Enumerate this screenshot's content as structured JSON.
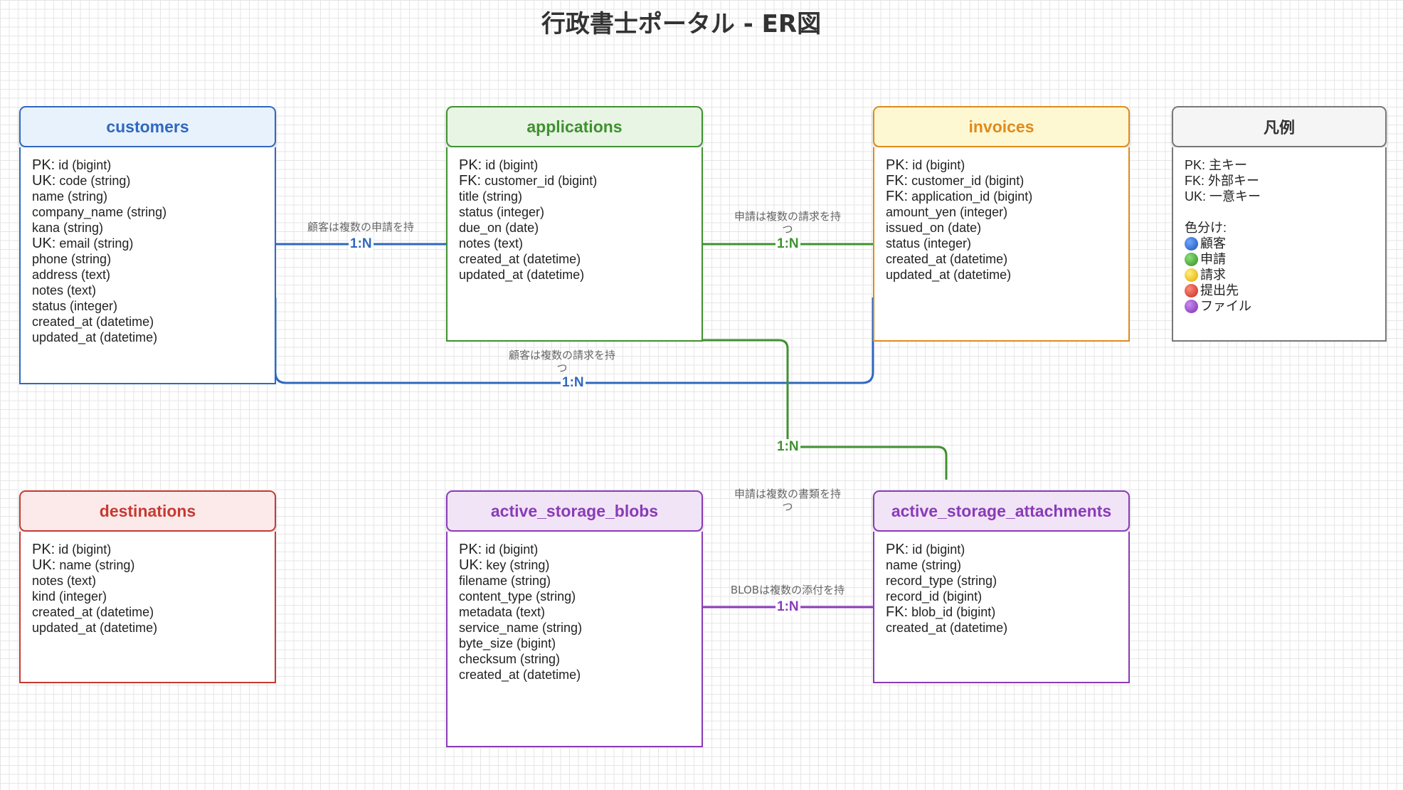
{
  "title": "行政書士ポータル - ER図",
  "entities": {
    "customers": {
      "name": "customers",
      "color": "#2f68bf",
      "bg": "#e8f2fd",
      "fields": [
        {
          "key": "PK:",
          "text": " id (bigint)"
        },
        {
          "key": "UK:",
          "text": " code (string)"
        },
        {
          "key": "",
          "text": "name (string)"
        },
        {
          "key": "",
          "text": "company_name (string)"
        },
        {
          "key": "",
          "text": "kana (string)"
        },
        {
          "key": "UK:",
          "text": " email (string)"
        },
        {
          "key": "",
          "text": "phone (string)"
        },
        {
          "key": "",
          "text": "address (text)"
        },
        {
          "key": "",
          "text": "notes (text)"
        },
        {
          "key": "",
          "text": "status (integer)"
        },
        {
          "key": "",
          "text": "created_at (datetime)"
        },
        {
          "key": "",
          "text": "updated_at (datetime)"
        }
      ]
    },
    "applications": {
      "name": "applications",
      "color": "#3f9130",
      "bg": "#e8f4e4",
      "fields": [
        {
          "key": "PK:",
          "text": " id (bigint)"
        },
        {
          "key": "FK:",
          "text": " customer_id (bigint)"
        },
        {
          "key": "",
          "text": "title (string)"
        },
        {
          "key": "",
          "text": "status (integer)"
        },
        {
          "key": "",
          "text": "due_on (date)"
        },
        {
          "key": "",
          "text": "notes (text)"
        },
        {
          "key": "",
          "text": "created_at (datetime)"
        },
        {
          "key": "",
          "text": "updated_at (datetime)"
        }
      ]
    },
    "invoices": {
      "name": "invoices",
      "color": "#e08a1e",
      "bg": "#fef8d2",
      "fields": [
        {
          "key": "PK:",
          "text": " id (bigint)"
        },
        {
          "key": "FK:",
          "text": " customer_id (bigint)"
        },
        {
          "key": "FK:",
          "text": " application_id (bigint)"
        },
        {
          "key": "",
          "text": "amount_yen (integer)"
        },
        {
          "key": "",
          "text": "issued_on (date)"
        },
        {
          "key": "",
          "text": "status (integer)"
        },
        {
          "key": "",
          "text": "created_at (datetime)"
        },
        {
          "key": "",
          "text": "updated_at (datetime)"
        }
      ]
    },
    "destinations": {
      "name": "destinations",
      "color": "#c63a33",
      "bg": "#fceaea",
      "fields": [
        {
          "key": "PK:",
          "text": " id (bigint)"
        },
        {
          "key": "UK:",
          "text": " name (string)"
        },
        {
          "key": "",
          "text": "notes (text)"
        },
        {
          "key": "",
          "text": "kind (integer)"
        },
        {
          "key": "",
          "text": "created_at (datetime)"
        },
        {
          "key": "",
          "text": "updated_at (datetime)"
        }
      ]
    },
    "active_storage_blobs": {
      "name": "active_storage_blobs",
      "color": "#8a3bb8",
      "bg": "#f1e4f6",
      "fields": [
        {
          "key": "PK:",
          "text": " id (bigint)"
        },
        {
          "key": "UK:",
          "text": " key (string)"
        },
        {
          "key": "",
          "text": "filename (string)"
        },
        {
          "key": "",
          "text": "content_type (string)"
        },
        {
          "key": "",
          "text": "metadata (text)"
        },
        {
          "key": "",
          "text": "service_name (string)"
        },
        {
          "key": "",
          "text": "byte_size (bigint)"
        },
        {
          "key": "",
          "text": "checksum (string)"
        },
        {
          "key": "",
          "text": "created_at (datetime)"
        }
      ]
    },
    "active_storage_attachments": {
      "name": "active_storage_attachments",
      "color": "#8a3bb8",
      "bg": "#f1e4f6",
      "fields": [
        {
          "key": "PK:",
          "text": " id (bigint)"
        },
        {
          "key": "",
          "text": "name (string)"
        },
        {
          "key": "",
          "text": "record_type (string)"
        },
        {
          "key": "",
          "text": "record_id (bigint)"
        },
        {
          "key": "FK:",
          "text": " blob_id (bigint)"
        },
        {
          "key": "",
          "text": "created_at (datetime)"
        }
      ]
    }
  },
  "legend": {
    "title": "凡例",
    "keys": [
      "PK: 主キー",
      "FK: 外部キー",
      "UK: 一意キー"
    ],
    "color_heading": "色分け:",
    "colors": [
      {
        "label": "顧客",
        "color": "#2f68bf"
      },
      {
        "label": "申請",
        "color": "#3f9130"
      },
      {
        "label": "請求",
        "color": "#f2c20f"
      },
      {
        "label": "提出先",
        "color": "#c63a33"
      },
      {
        "label": "ファイル",
        "color": "#8a3bb8"
      }
    ]
  },
  "relations": [
    {
      "id": "cust-app",
      "label": "顧客は複数の申請を持",
      "label_wrap": "",
      "cardinality": "1:N",
      "color": "#2f68bf"
    },
    {
      "id": "app-inv",
      "label": "申請は複数の請求を持",
      "label_wrap": "つ",
      "cardinality": "1:N",
      "color": "#3f9130"
    },
    {
      "id": "cust-inv",
      "label": "顧客は複数の請求を持",
      "label_wrap": "つ",
      "cardinality": "1:N",
      "color": "#2f68bf"
    },
    {
      "id": "app-att",
      "label": "申請は複数の書類を持",
      "label_wrap": "つ",
      "cardinality": "1:N",
      "color": "#3f9130"
    },
    {
      "id": "blob-att",
      "label": "BLOBは複数の添付を持",
      "label_wrap": "つ",
      "cardinality": "1:N",
      "color": "#8a3bb8"
    }
  ]
}
